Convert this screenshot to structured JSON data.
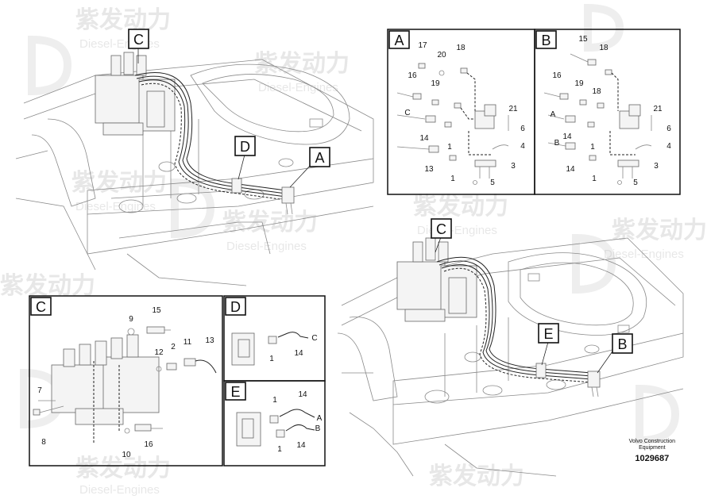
{
  "watermark": {
    "brand_cn": "紫发动力",
    "brand_en": "Diesel-Engines"
  },
  "callouts": {
    "A": "A",
    "B": "B",
    "C": "C",
    "D": "D",
    "E": "E"
  },
  "panels": {
    "A": {
      "label": "A",
      "parts": [
        "17",
        "18",
        "20",
        "16",
        "19",
        "21",
        "C",
        "6",
        "14",
        "1",
        "4",
        "13",
        "1",
        "3",
        "5"
      ]
    },
    "B": {
      "label": "B",
      "parts": [
        "15",
        "18",
        "16",
        "19",
        "18",
        "21",
        "A",
        "6",
        "14",
        "1",
        "4",
        "B",
        "14",
        "1",
        "3",
        "5"
      ]
    },
    "C": {
      "label": "C",
      "parts": [
        "15",
        "9",
        "2",
        "11",
        "12",
        "13",
        "7",
        "8",
        "10",
        "16"
      ]
    },
    "D": {
      "label": "D",
      "parts": [
        "C",
        "14",
        "1"
      ]
    },
    "E": {
      "label": "E",
      "parts": [
        "14",
        "1",
        "A",
        "B",
        "1",
        "14"
      ]
    }
  },
  "credit": {
    "line1": "Volvo Construction",
    "line2": "Equipment",
    "number": "1029687"
  }
}
